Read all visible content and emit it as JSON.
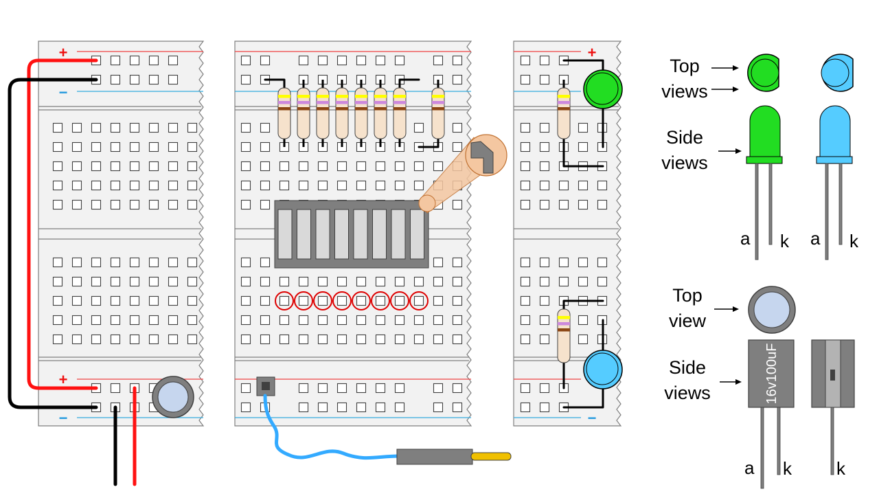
{
  "labels": {
    "led_top": "Top\nviews",
    "led_side": "Side\nviews",
    "cap_top": "Top\nview",
    "cap_side": "Side\nviews",
    "anode": "a",
    "cathode": "k",
    "plus": "+",
    "minus": "−"
  },
  "capacitor": {
    "marking": "16v100uF"
  },
  "colors": {
    "led_green": "#22dd22",
    "led_blue": "#55ccff",
    "wire_red": "#ff1111",
    "wire_black": "#000000",
    "wire_blue": "#33aaff",
    "rail_red": "#ee4444",
    "rail_blue": "#33aadd",
    "bargraph": "#7f7f7f",
    "segment": "#d9d9d9",
    "resistor_body": "#f6e2cc",
    "probe_tip": "#f0c000",
    "highlight": "#f4c7a1",
    "cap_top": "#c6d6ee"
  },
  "resistor_bands": [
    "#ffff00",
    "#cc88dd",
    "#8b4513"
  ],
  "icons": {
    "arrow": "arrow-right-icon"
  }
}
